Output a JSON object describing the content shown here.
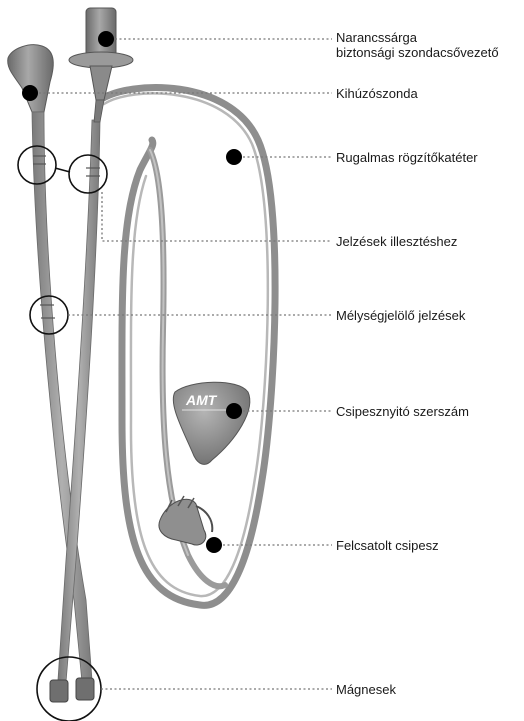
{
  "callouts": [
    {
      "id": "orange-safety-guide",
      "lines": [
        "Narancssárga",
        "biztonsági szondacsővezető"
      ]
    },
    {
      "id": "extraction-probe",
      "lines": [
        "Kihúzószonda"
      ]
    },
    {
      "id": "flexible-retention-catheter",
      "lines": [
        "Rugalmas rögzítőkatéter"
      ]
    },
    {
      "id": "alignment-marks",
      "lines": [
        "Jelzések illesztéshez"
      ]
    },
    {
      "id": "depth-marks",
      "lines": [
        "Mélységjelölő jelzések"
      ]
    },
    {
      "id": "clip-opener-tool",
      "lines": [
        "Csipesznyitó szerszám"
      ]
    },
    {
      "id": "attached-clip",
      "lines": [
        "Felcsatolt csipesz"
      ]
    },
    {
      "id": "magnets",
      "lines": [
        "Mágnesek"
      ]
    }
  ],
  "tool_logo": "AMT",
  "colors": {
    "tube": "#9a9a9a",
    "tube_dark": "#6e6e6e",
    "device": "#8c8c8c",
    "pick": "#8a8a8a",
    "callout_dot": "#000000",
    "leader": "#777777"
  }
}
